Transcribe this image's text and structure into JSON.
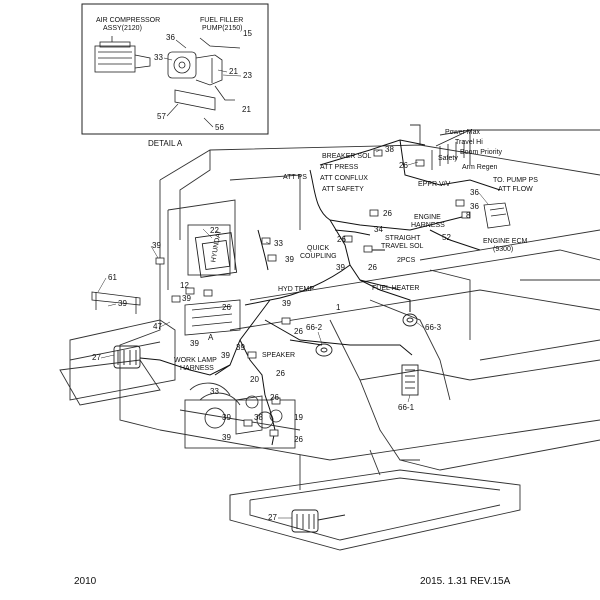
{
  "detail_box": {
    "caption": "DETAIL A",
    "labels": {
      "air_compressor": [
        "AIR COMPRESSOR",
        "ASSY(2120)"
      ],
      "fuel_filler": [
        "FUEL FILLER",
        "PUMP(2150)"
      ]
    },
    "numbers": [
      "36",
      "15",
      "33",
      "21",
      "23",
      "21",
      "57",
      "56"
    ]
  },
  "labels": {
    "breaker_sol": "BREAKER SOL",
    "att_press": "ATT PRESS",
    "att_conflux": "ATT CONFLUX",
    "att_safety": "ATT SAFETY",
    "att_ps": "ATT PS",
    "power_max": "Power Max",
    "travel_hi": "Travel Hi",
    "boom_priority": "Boom Priority",
    "safety": "Safety",
    "arm_regen": "Arm Regen",
    "eppr_vv": "EPPR V/V",
    "to_pump_ps": "TO. PUMP PS",
    "att_flow": "ATT FLOW",
    "engine_harness": [
      "ENGINE",
      "HARNESS"
    ],
    "engine_ecm": [
      "ENGINE ECM",
      "(9300)"
    ],
    "quick_coupling": [
      "QUICK",
      "COUPLING"
    ],
    "straight_travel_sol": [
      "STRAIGHT",
      "TRAVEL SOL"
    ],
    "two_pcs": "2PCS",
    "hyd_temp": "HYD TEMP",
    "fuel_heater": "FUEL HEATER",
    "work_lamp_harness": [
      "WORK LAMP",
      "HARNESS"
    ],
    "speaker": "SPEAKER",
    "hyundai": "HYUNDAI",
    "detail_ref": "A"
  },
  "callouts": {
    "n38_top": "38",
    "n26_top": "26",
    "n36_r1": "36",
    "n36_r2": "36",
    "n8": "8",
    "n26_a": "26",
    "n34": "34",
    "n26_b": "26",
    "n52": "52",
    "n22": "22",
    "n33": "33",
    "n39_l": "39",
    "n39_c": "39",
    "n39_d": "39",
    "n26_c": "26",
    "n1": "1",
    "n61": "61",
    "n39_e": "39",
    "n12": "12",
    "n39_f": "39",
    "n26_d": "26",
    "n39_g": "39",
    "n26_e": "26",
    "n47": "47",
    "n39_h": "39",
    "n66_2": "66-2",
    "n66_3": "66-3",
    "n27_a": "27",
    "n39_i": "39",
    "n39_j": "39",
    "n20": "20",
    "n26_f": "26",
    "n33_b": "33",
    "n39_k": "39",
    "n38": "38",
    "n26_g": "26",
    "n39_l2": "39",
    "n19": "19",
    "n26_h": "26",
    "n66_1": "66-1",
    "n27_b": "27"
  },
  "footer": {
    "left": "2010",
    "right": "2015. 1.31  REV.15A"
  }
}
